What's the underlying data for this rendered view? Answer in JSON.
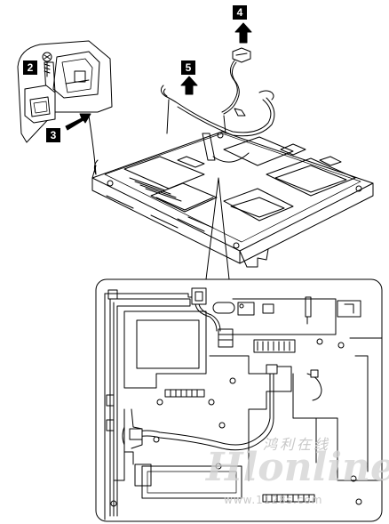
{
  "callouts": {
    "step2": "2",
    "step3": "3",
    "step4": "4",
    "step5": "5"
  },
  "watermark": {
    "chinese": "鸿利在线",
    "brand": "Hlonline",
    "url": "www.1128s.com"
  },
  "icons": [
    "screw-icon",
    "arrow-up-icon",
    "arrow-right-icon"
  ],
  "colors": {
    "line": "#000000",
    "background": "#ffffff",
    "watermark": "#c8c8c8"
  }
}
